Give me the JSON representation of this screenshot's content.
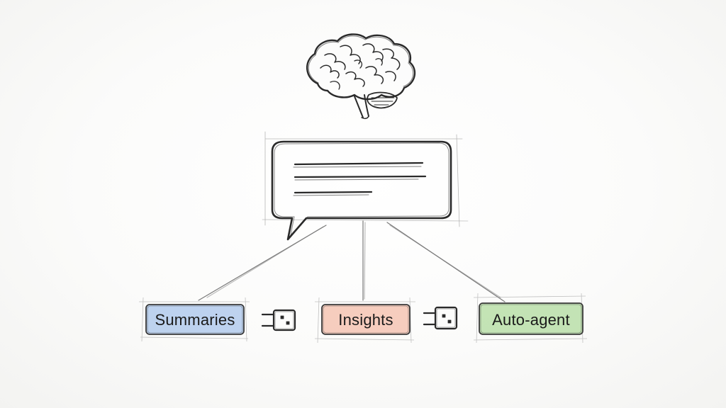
{
  "nodes": [
    {
      "id": "summaries",
      "label": "Summaries",
      "color": "#8ab0e6"
    },
    {
      "id": "insights",
      "label": "Insights",
      "color": "#f0a58c"
    },
    {
      "id": "auto-agent",
      "label": "Auto-agent",
      "color": "#9fd487"
    }
  ],
  "icons": {
    "top": "brain-icon",
    "center": "speech-bubble-icon",
    "connectors": [
      "plug-icon",
      "plug-icon"
    ]
  },
  "ink_color": "#2a2a2a"
}
